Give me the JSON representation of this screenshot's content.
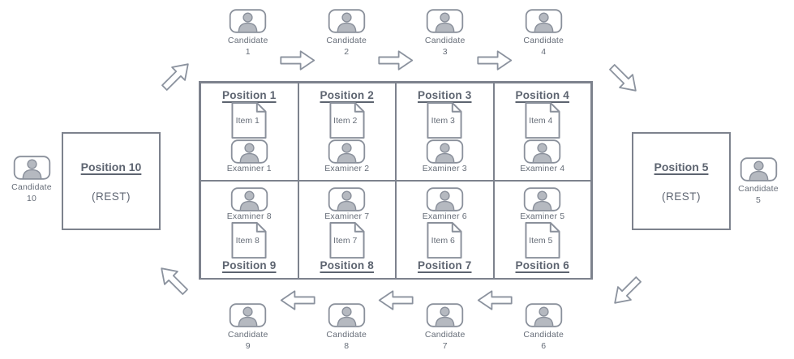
{
  "colors": {
    "line": "#7d828d",
    "icon_line": "#8a909b",
    "text": "#5f6673",
    "person_fill": "#b5b9c0",
    "arrow_line": "#8b929e",
    "background": "#ffffff"
  },
  "icons": {
    "person": "person-icon (head + shoulders silhouette in rounded badge)",
    "document": "document-icon (page with folded top-right corner)",
    "arrow_right": "arrow-right-icon (outlined block arrow)",
    "arrow_left": "arrow-left-icon (outlined block arrow)",
    "arrow_up_right": "arrow-up-right-icon (outlined block arrow, diagonal)",
    "arrow_down_right": "arrow-down-right-icon (outlined block arrow, diagonal)",
    "arrow_down_left": "arrow-down-left-icon (outlined block arrow, diagonal)",
    "arrow_up_left": "arrow-up-left-icon (outlined block arrow, diagonal)"
  },
  "rest_left": {
    "title": "Position 10",
    "subtitle": "(REST)"
  },
  "rest_right": {
    "title": "Position 5",
    "subtitle": "(REST)"
  },
  "candidate_left": {
    "label": "Candidate",
    "number": "10"
  },
  "candidate_right": {
    "label": "Candidate",
    "number": "5"
  },
  "candidates_top": [
    {
      "label": "Candidate",
      "number": "1"
    },
    {
      "label": "Candidate",
      "number": "2"
    },
    {
      "label": "Candidate",
      "number": "3"
    },
    {
      "label": "Candidate",
      "number": "4"
    }
  ],
  "candidates_bottom": [
    {
      "label": "Candidate",
      "number": "9"
    },
    {
      "label": "Candidate",
      "number": "8"
    },
    {
      "label": "Candidate",
      "number": "7"
    },
    {
      "label": "Candidate",
      "number": "6"
    }
  ],
  "stations_top": [
    {
      "position": "Position 1",
      "item": "Item 1",
      "examiner": "Examiner 1"
    },
    {
      "position": "Position 2",
      "item": "Item 2",
      "examiner": "Examiner 2"
    },
    {
      "position": "Position 3",
      "item": "Item 3",
      "examiner": "Examiner 3"
    },
    {
      "position": "Position 4",
      "item": "Item 4",
      "examiner": "Examiner 4"
    }
  ],
  "stations_bottom": [
    {
      "position": "Position 9",
      "item": "Item 8",
      "examiner": "Examiner 8"
    },
    {
      "position": "Position 8",
      "item": "Item 7",
      "examiner": "Examiner 7"
    },
    {
      "position": "Position 7",
      "item": "Item 6",
      "examiner": "Examiner 6"
    },
    {
      "position": "Position 6",
      "item": "Item 5",
      "examiner": "Examiner 5"
    }
  ]
}
